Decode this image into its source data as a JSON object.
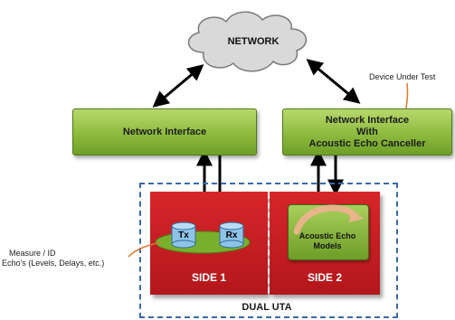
{
  "network": {
    "label": "NETWORK"
  },
  "device_under_test": {
    "label": "Device Under Test"
  },
  "left_interface": {
    "label": "Network Interface"
  },
  "right_interface": {
    "line1": "Network Interface",
    "line2": "With",
    "line3": "Acoustic Echo Canceller"
  },
  "side1": {
    "label": "SIDE 1",
    "tx": "Tx",
    "rx": "Rx"
  },
  "side2": {
    "label": "SIDE 2",
    "model_line1": "Acoustic Echo",
    "model_line2": "Models"
  },
  "measure": {
    "line1": "Measure / ID",
    "line2": "Echo's (Levels, Delays, etc.)"
  },
  "dual_uta": {
    "label": "DUAL UTA"
  },
  "colors": {
    "green": "#8dbb3f",
    "red": "#c41e22",
    "dash_blue": "#3a6aa8",
    "cloud": "#d9d9d9",
    "orange": "#e07a2e"
  }
}
